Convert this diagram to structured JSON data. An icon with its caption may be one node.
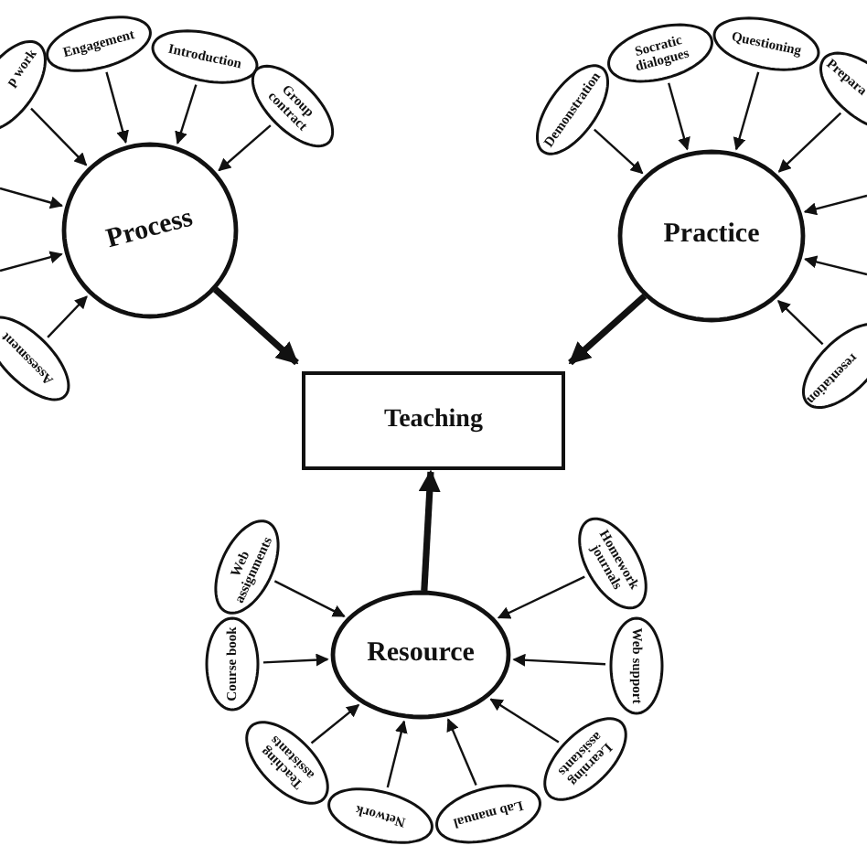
{
  "diagram": {
    "nodes": [
      {
        "text": [
          "Process"
        ]
      },
      {
        "text": [
          "p work"
        ]
      },
      {
        "text": [
          "Engagement"
        ]
      },
      {
        "text": [
          "Introduction"
        ]
      },
      {
        "text": [
          "Group contract"
        ]
      },
      {
        "text": [
          "Assessment"
        ]
      },
      {
        "text": [
          "Practice"
        ]
      },
      {
        "text": [
          "Demonstration"
        ]
      },
      {
        "text": [
          "Socratic dialogues"
        ]
      },
      {
        "text": [
          "Questioning"
        ]
      },
      {
        "text": [
          "Prepara"
        ]
      },
      {
        "text": [
          "resentation"
        ]
      },
      {
        "text": [
          "Teaching"
        ]
      },
      {
        "text": [
          "Resource"
        ]
      },
      {
        "text": [
          "Web assignments"
        ]
      },
      {
        "text": [
          "Homework journals"
        ]
      },
      {
        "text": [
          "Course book"
        ]
      },
      {
        "text": [
          "Web support"
        ]
      },
      {
        "text": [
          "Teaching assistants"
        ]
      },
      {
        "text": [
          "Learning assistants"
        ]
      },
      {
        "text": [
          "Network"
        ]
      },
      {
        "text": [
          "Lab manual"
        ]
      }
    ],
    "edges": [
      {
        "from": 1,
        "to": 0,
        "arrow": "to"
      },
      {
        "from": 2,
        "to": 0,
        "arrow": "to"
      },
      {
        "from": 3,
        "to": 0,
        "arrow": "to"
      },
      {
        "from": 4,
        "to": 0,
        "arrow": "to"
      },
      {
        "from": null,
        "to": 0,
        "arrow": "to"
      },
      {
        "from": null,
        "to": 0,
        "arrow": "to"
      },
      {
        "from": 5,
        "to": 0,
        "arrow": "to"
      },
      {
        "from": 7,
        "to": 6,
        "arrow": "to"
      },
      {
        "from": 8,
        "to": 6,
        "arrow": "to"
      },
      {
        "from": 9,
        "to": 6,
        "arrow": "to"
      },
      {
        "from": 10,
        "to": 6,
        "arrow": "to"
      },
      {
        "from": null,
        "to": 6,
        "arrow": "to"
      },
      {
        "from": null,
        "to": 6,
        "arrow": "to"
      },
      {
        "from": 11,
        "to": 6,
        "arrow": "to"
      },
      {
        "from": 0,
        "to": 12,
        "arrow": "to",
        "style": "thick"
      },
      {
        "from": 6,
        "to": 12,
        "arrow": "to",
        "style": "thick"
      },
      {
        "from": 13,
        "to": 12,
        "arrow": "to",
        "style": "thick"
      },
      {
        "from": 14,
        "to": 13,
        "arrow": "to"
      },
      {
        "from": 15,
        "to": 13,
        "arrow": "to"
      },
      {
        "from": 16,
        "to": 13,
        "arrow": "to"
      },
      {
        "from": 17,
        "to": 13,
        "arrow": "to"
      },
      {
        "from": 18,
        "to": 13,
        "arrow": "to"
      },
      {
        "from": 19,
        "to": 13,
        "arrow": "to"
      },
      {
        "from": 20,
        "to": 13,
        "arrow": "to"
      },
      {
        "from": 21,
        "to": 13,
        "arrow": "to"
      }
    ]
  }
}
